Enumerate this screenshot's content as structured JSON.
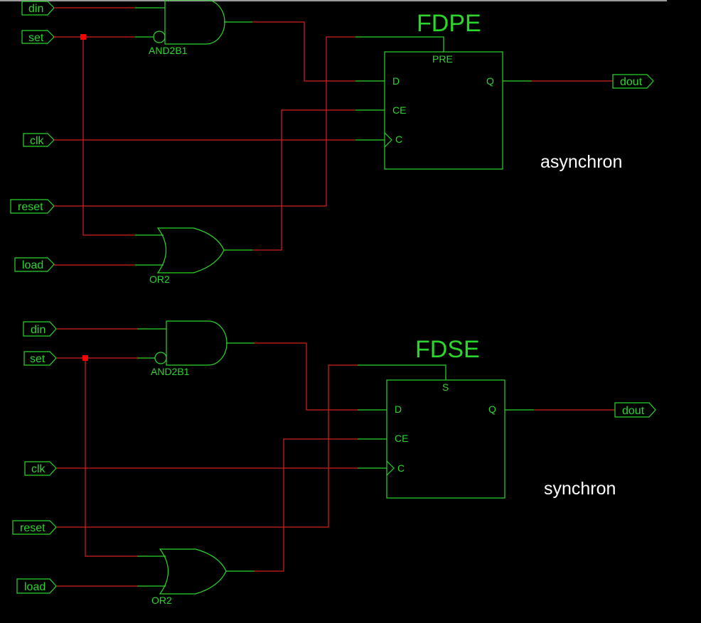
{
  "circuits": [
    {
      "title": "FDPE",
      "note": "asynchron",
      "inputs": [
        "din",
        "set",
        "clk",
        "reset",
        "load"
      ],
      "output": "dout",
      "and_gate": "AND2B1",
      "or_gate": "OR2",
      "pins": {
        "set_pin": "PRE",
        "d": "D",
        "ce": "CE",
        "c": "C",
        "q": "Q"
      }
    },
    {
      "title": "FDSE",
      "note": "synchron",
      "inputs": [
        "din",
        "set",
        "clk",
        "reset",
        "load"
      ],
      "output": "dout",
      "and_gate": "AND2B1",
      "or_gate": "OR2",
      "pins": {
        "set_pin": "S",
        "d": "D",
        "ce": "CE",
        "c": "C",
        "q": "Q"
      }
    }
  ],
  "colors": {
    "component": "#2bd62b",
    "wire": "#d42020",
    "note": "#ffffff",
    "background": "#000000"
  }
}
